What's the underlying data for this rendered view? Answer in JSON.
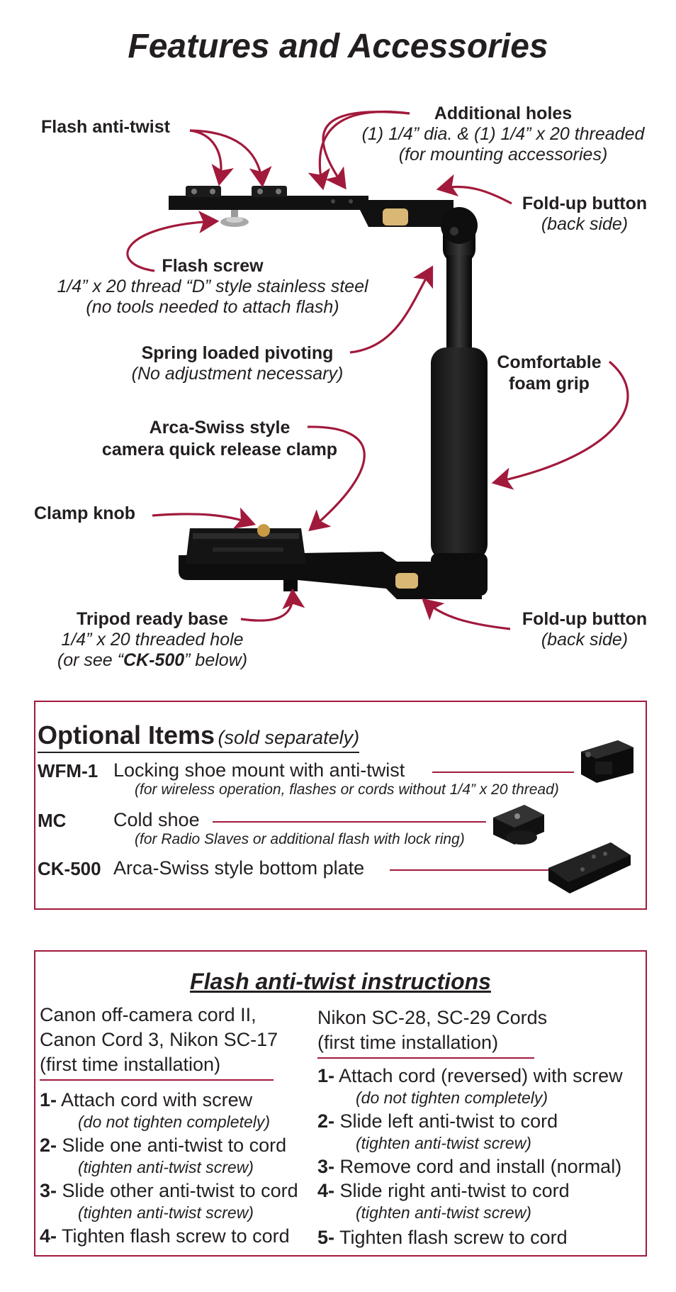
{
  "title": "Features and Accessories",
  "labels": {
    "flash_anti_twist": "Flash anti-twist",
    "additional_holes": "Additional holes",
    "additional_holes_line1": "(1) 1/4” dia. & (1) 1/4” x 20 threaded",
    "additional_holes_line2": "(for mounting accessories)",
    "fold_up_top": "Fold-up button",
    "fold_up_top_sub": "(back side)",
    "flash_screw": "Flash screw",
    "flash_screw_line1": "1/4” x 20 thread “D” style stainless steel",
    "flash_screw_line2": "(no tools needed to attach flash)",
    "spring_loaded": "Spring loaded pivoting",
    "spring_loaded_sub": "(No adjustment necessary)",
    "foam_grip_1": "Comfortable",
    "foam_grip_2": "foam grip",
    "arca_1": "Arca-Swiss style",
    "arca_2": "camera quick release clamp",
    "clamp_knob": "Clamp knob",
    "tripod_base": "Tripod ready base",
    "tripod_line1": "1/4” x 20 threaded hole",
    "tripod_line2_pre": "(or see “",
    "tripod_line2_bold": "CK-500",
    "tripod_line2_post": "” below)",
    "fold_up_bottom": "Fold-up button",
    "fold_up_bottom_sub": "(back side)"
  },
  "optional": {
    "heading": "Optional Items",
    "heading_sub": "(sold separately)",
    "items": [
      {
        "code": "WFM-1",
        "desc": "Locking shoe mount with anti-twist",
        "note": "(for wireless operation, flashes or cords without 1/4” x 20 thread)"
      },
      {
        "code": "MC",
        "desc": "Cold shoe",
        "note": "(for Radio Slaves or additional flash with lock ring)"
      },
      {
        "code": "CK-500",
        "desc": "Arca-Swiss style bottom plate",
        "note": ""
      }
    ]
  },
  "instructions": {
    "title": "Flash anti-twist instructions",
    "left": {
      "lines": [
        "Canon off-camera cord II,",
        "Canon Cord 3, Nikon SC-17",
        "(first time installation)"
      ],
      "steps": [
        {
          "num": "1-",
          "text": "Attach cord with screw",
          "note": "(do not tighten completely)"
        },
        {
          "num": "2-",
          "text": "Slide one anti-twist to cord",
          "note": "(tighten anti-twist screw)"
        },
        {
          "num": "3-",
          "text": "Slide other anti-twist to cord",
          "note": "(tighten anti-twist screw)"
        },
        {
          "num": "4-",
          "text": "Tighten flash screw to cord",
          "note": ""
        }
      ]
    },
    "right": {
      "lines": [
        "Nikon SC-28, SC-29 Cords",
        "(first time installation)"
      ],
      "steps": [
        {
          "num": "1-",
          "text": "Attach cord (reversed) with screw",
          "note": "(do not tighten completely)"
        },
        {
          "num": "2-",
          "text": "Slide left anti-twist to cord",
          "note": "(tighten anti-twist screw)"
        },
        {
          "num": "3-",
          "text": "Remove cord and install (normal)",
          "note": ""
        },
        {
          "num": "4-",
          "text": "Slide right anti-twist to cord",
          "note": "(tighten anti-twist screw)"
        },
        {
          "num": "5-",
          "text": "Tighten flash screw to cord",
          "note": ""
        }
      ]
    }
  },
  "colors": {
    "accent": "#a11a3c",
    "text": "#231f20",
    "brass": "#d9b774"
  }
}
